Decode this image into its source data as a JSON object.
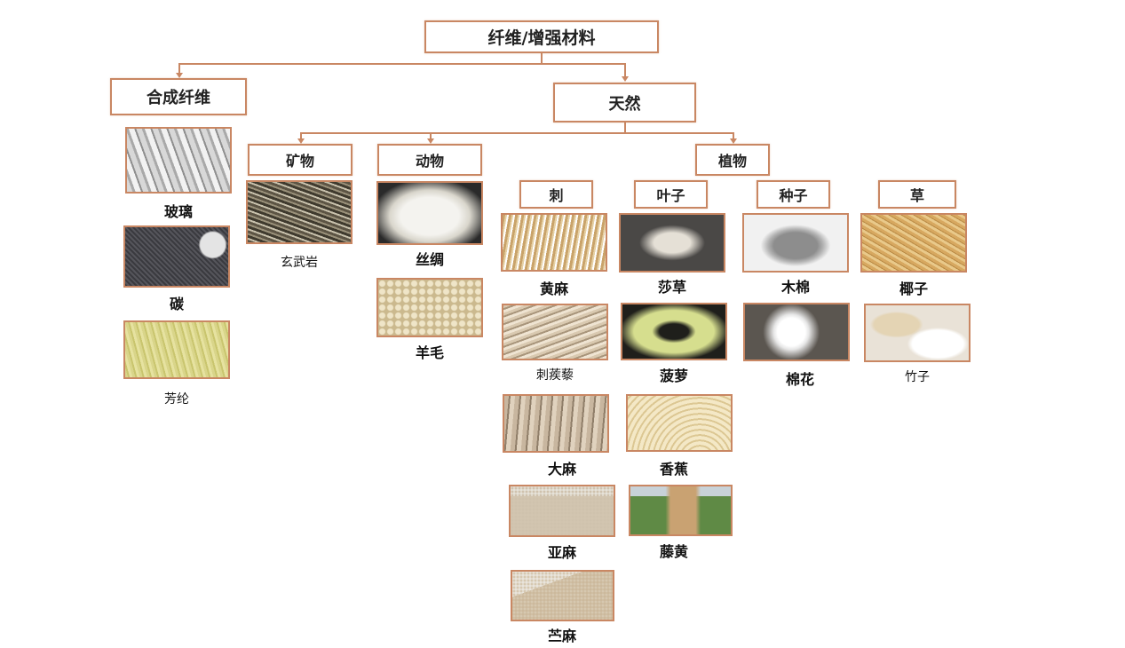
{
  "root": {
    "label": "纤维/增强材料"
  },
  "level1": {
    "synthetic": {
      "label": "合成纤维"
    },
    "natural": {
      "label": "天然"
    }
  },
  "level2": {
    "mineral": {
      "label": "矿物"
    },
    "animal": {
      "label": "动物"
    },
    "plant": {
      "label": "植物"
    }
  },
  "level3": {
    "bast": {
      "label": "刺"
    },
    "leaf": {
      "label": "叶子"
    },
    "seed": {
      "label": "种子"
    },
    "grass": {
      "label": "草"
    }
  },
  "items": {
    "glass": "玻璃",
    "carbon": "碳",
    "aramid": "芳纶",
    "basalt": "玄武岩",
    "silk": "丝绸",
    "wool": "羊毛",
    "jute": "黄麻",
    "kenaf": "刺蒺藜",
    "hemp": "大麻",
    "flax": "亚麻",
    "ramie": "苎麻",
    "sisal": "莎草",
    "pineapple": "菠萝",
    "banana": "香蕉",
    "rattan": "藤黄",
    "kapok": "木棉",
    "cotton": "棉花",
    "coir": "椰子",
    "bamboo": "竹子"
  },
  "colors": {
    "connector": "#c98763",
    "border": "#c98763"
  }
}
